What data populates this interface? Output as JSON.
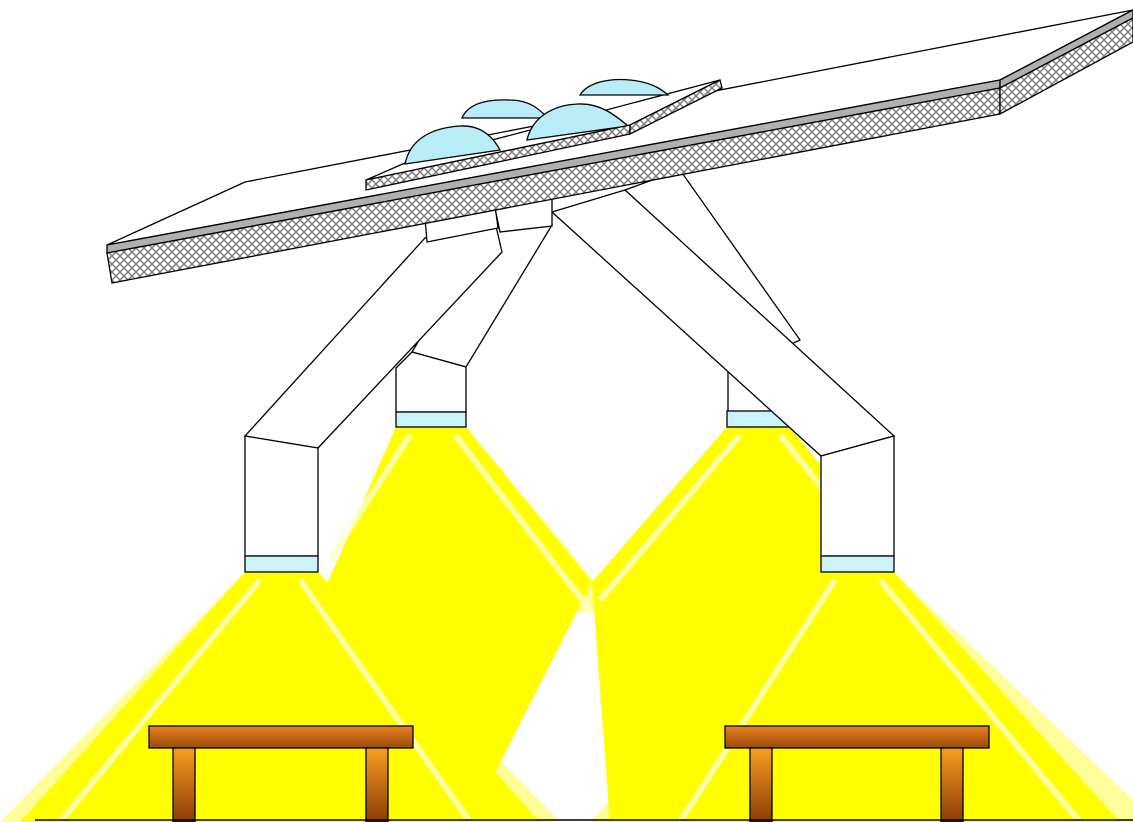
{
  "diagram": {
    "subject": "skylight-light-pipes",
    "light_pipe_count": 4,
    "dome_count": 4,
    "table_count": 2,
    "colors": {
      "background": "#ffffff",
      "light_beam": "#ffff00",
      "light_beam_soft": "#ffff99",
      "diffuser": "#ccf2fa",
      "dome": "#b8ecf6",
      "roof_hatch": "#7a7a7a",
      "roof_top_edge": "#b0b0b0",
      "table_top": "#d2691e",
      "table_leg": "#e07818",
      "outline": "#000000"
    }
  }
}
